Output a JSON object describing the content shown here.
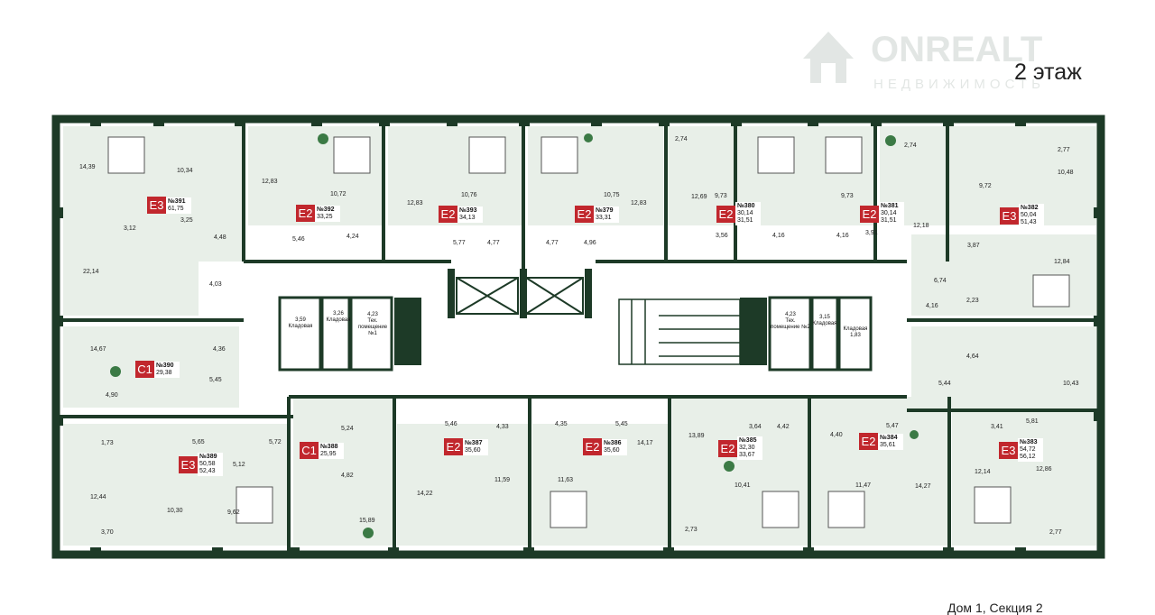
{
  "floor_label": "2 этаж",
  "watermark": {
    "brand": "ONREALT",
    "tagline": "НЕДВИЖИМОСТЬ"
  },
  "legend_line": "Дом 1, Секция 2",
  "colors": {
    "wall": "#1d3a27",
    "room_fill": "#e8efe8",
    "badge": "#c1272d",
    "plant": "#3b7a45"
  },
  "apartments": [
    {
      "type": "E3",
      "number": "№391",
      "areas": [
        "61,75"
      ]
    },
    {
      "type": "E2",
      "number": "№392",
      "areas": [
        "33,25"
      ]
    },
    {
      "type": "E2",
      "number": "№393",
      "areas": [
        "34,13"
      ]
    },
    {
      "type": "E2",
      "number": "№379",
      "areas": [
        "33,31"
      ]
    },
    {
      "type": "E2",
      "number": "№380",
      "areas": [
        "30,14",
        "31,51"
      ]
    },
    {
      "type": "E2",
      "number": "№381",
      "areas": [
        "30,14",
        "31,51"
      ]
    },
    {
      "type": "E3",
      "number": "№382",
      "areas": [
        "50,04",
        "51,43"
      ]
    },
    {
      "type": "C1",
      "number": "№390",
      "areas": [
        "29,38"
      ]
    },
    {
      "type": "E3",
      "number": "№389",
      "areas": [
        "50,58",
        "52,43"
      ]
    },
    {
      "type": "C1",
      "number": "№388",
      "areas": [
        "25,95"
      ]
    },
    {
      "type": "E2",
      "number": "№387",
      "areas": [
        "35,60"
      ]
    },
    {
      "type": "E2",
      "number": "№386",
      "areas": [
        "35,60"
      ]
    },
    {
      "type": "E2",
      "number": "№385",
      "areas": [
        "32,30",
        "33,67"
      ]
    },
    {
      "type": "E2",
      "number": "№384",
      "areas": [
        "35,61"
      ]
    },
    {
      "type": "E3",
      "number": "№383",
      "areas": [
        "54,72",
        "56,12"
      ]
    }
  ],
  "room_areas": [
    "14,39",
    "10,34",
    "3,25",
    "3,12",
    "4,48",
    "22,14",
    "4,03",
    "12,83",
    "10,72",
    "5,46",
    "4,24",
    "12,83",
    "10,76",
    "5,77",
    "4,77",
    "4,77",
    "10,75",
    "12,83",
    "4,96",
    "2,74",
    "12,69",
    "9,73",
    "3,56",
    "4,16",
    "9,73",
    "4,16",
    "3,91",
    "2,74",
    "12,18",
    "9,72",
    "2,77",
    "10,48",
    "3,87",
    "12,84",
    "6,74",
    "4,16",
    "2,23",
    "14,67",
    "4,36",
    "5,45",
    "4,90",
    "4,64",
    "10,43",
    "5,44",
    "1,73",
    "5,65",
    "5,72",
    "5,12",
    "12,44",
    "10,30",
    "9,62",
    "3,70",
    "5,24",
    "4,82",
    "15,89",
    "5,46",
    "4,33",
    "14,22",
    "11,59",
    "4,35",
    "5,45",
    "11,63",
    "14,17",
    "13,89",
    "3,64",
    "4,42",
    "4,40",
    "5,47",
    "10,41",
    "11,47",
    "14,27",
    "3,41",
    "5,81",
    "12,14",
    "12,86",
    "2,73",
    "2,77"
  ],
  "service_rooms": [
    {
      "area": "3,59",
      "label": "Кладовая"
    },
    {
      "area": "3,26",
      "label": "Кладовая"
    },
    {
      "area": "4,23",
      "label": "Тех. помещение №1"
    },
    {
      "area": "4,23",
      "label": "Тех. помещение №2"
    },
    {
      "area": "3,15",
      "label": "Кладовая"
    },
    {
      "area": "1,83",
      "label": "Кладовая"
    }
  ]
}
